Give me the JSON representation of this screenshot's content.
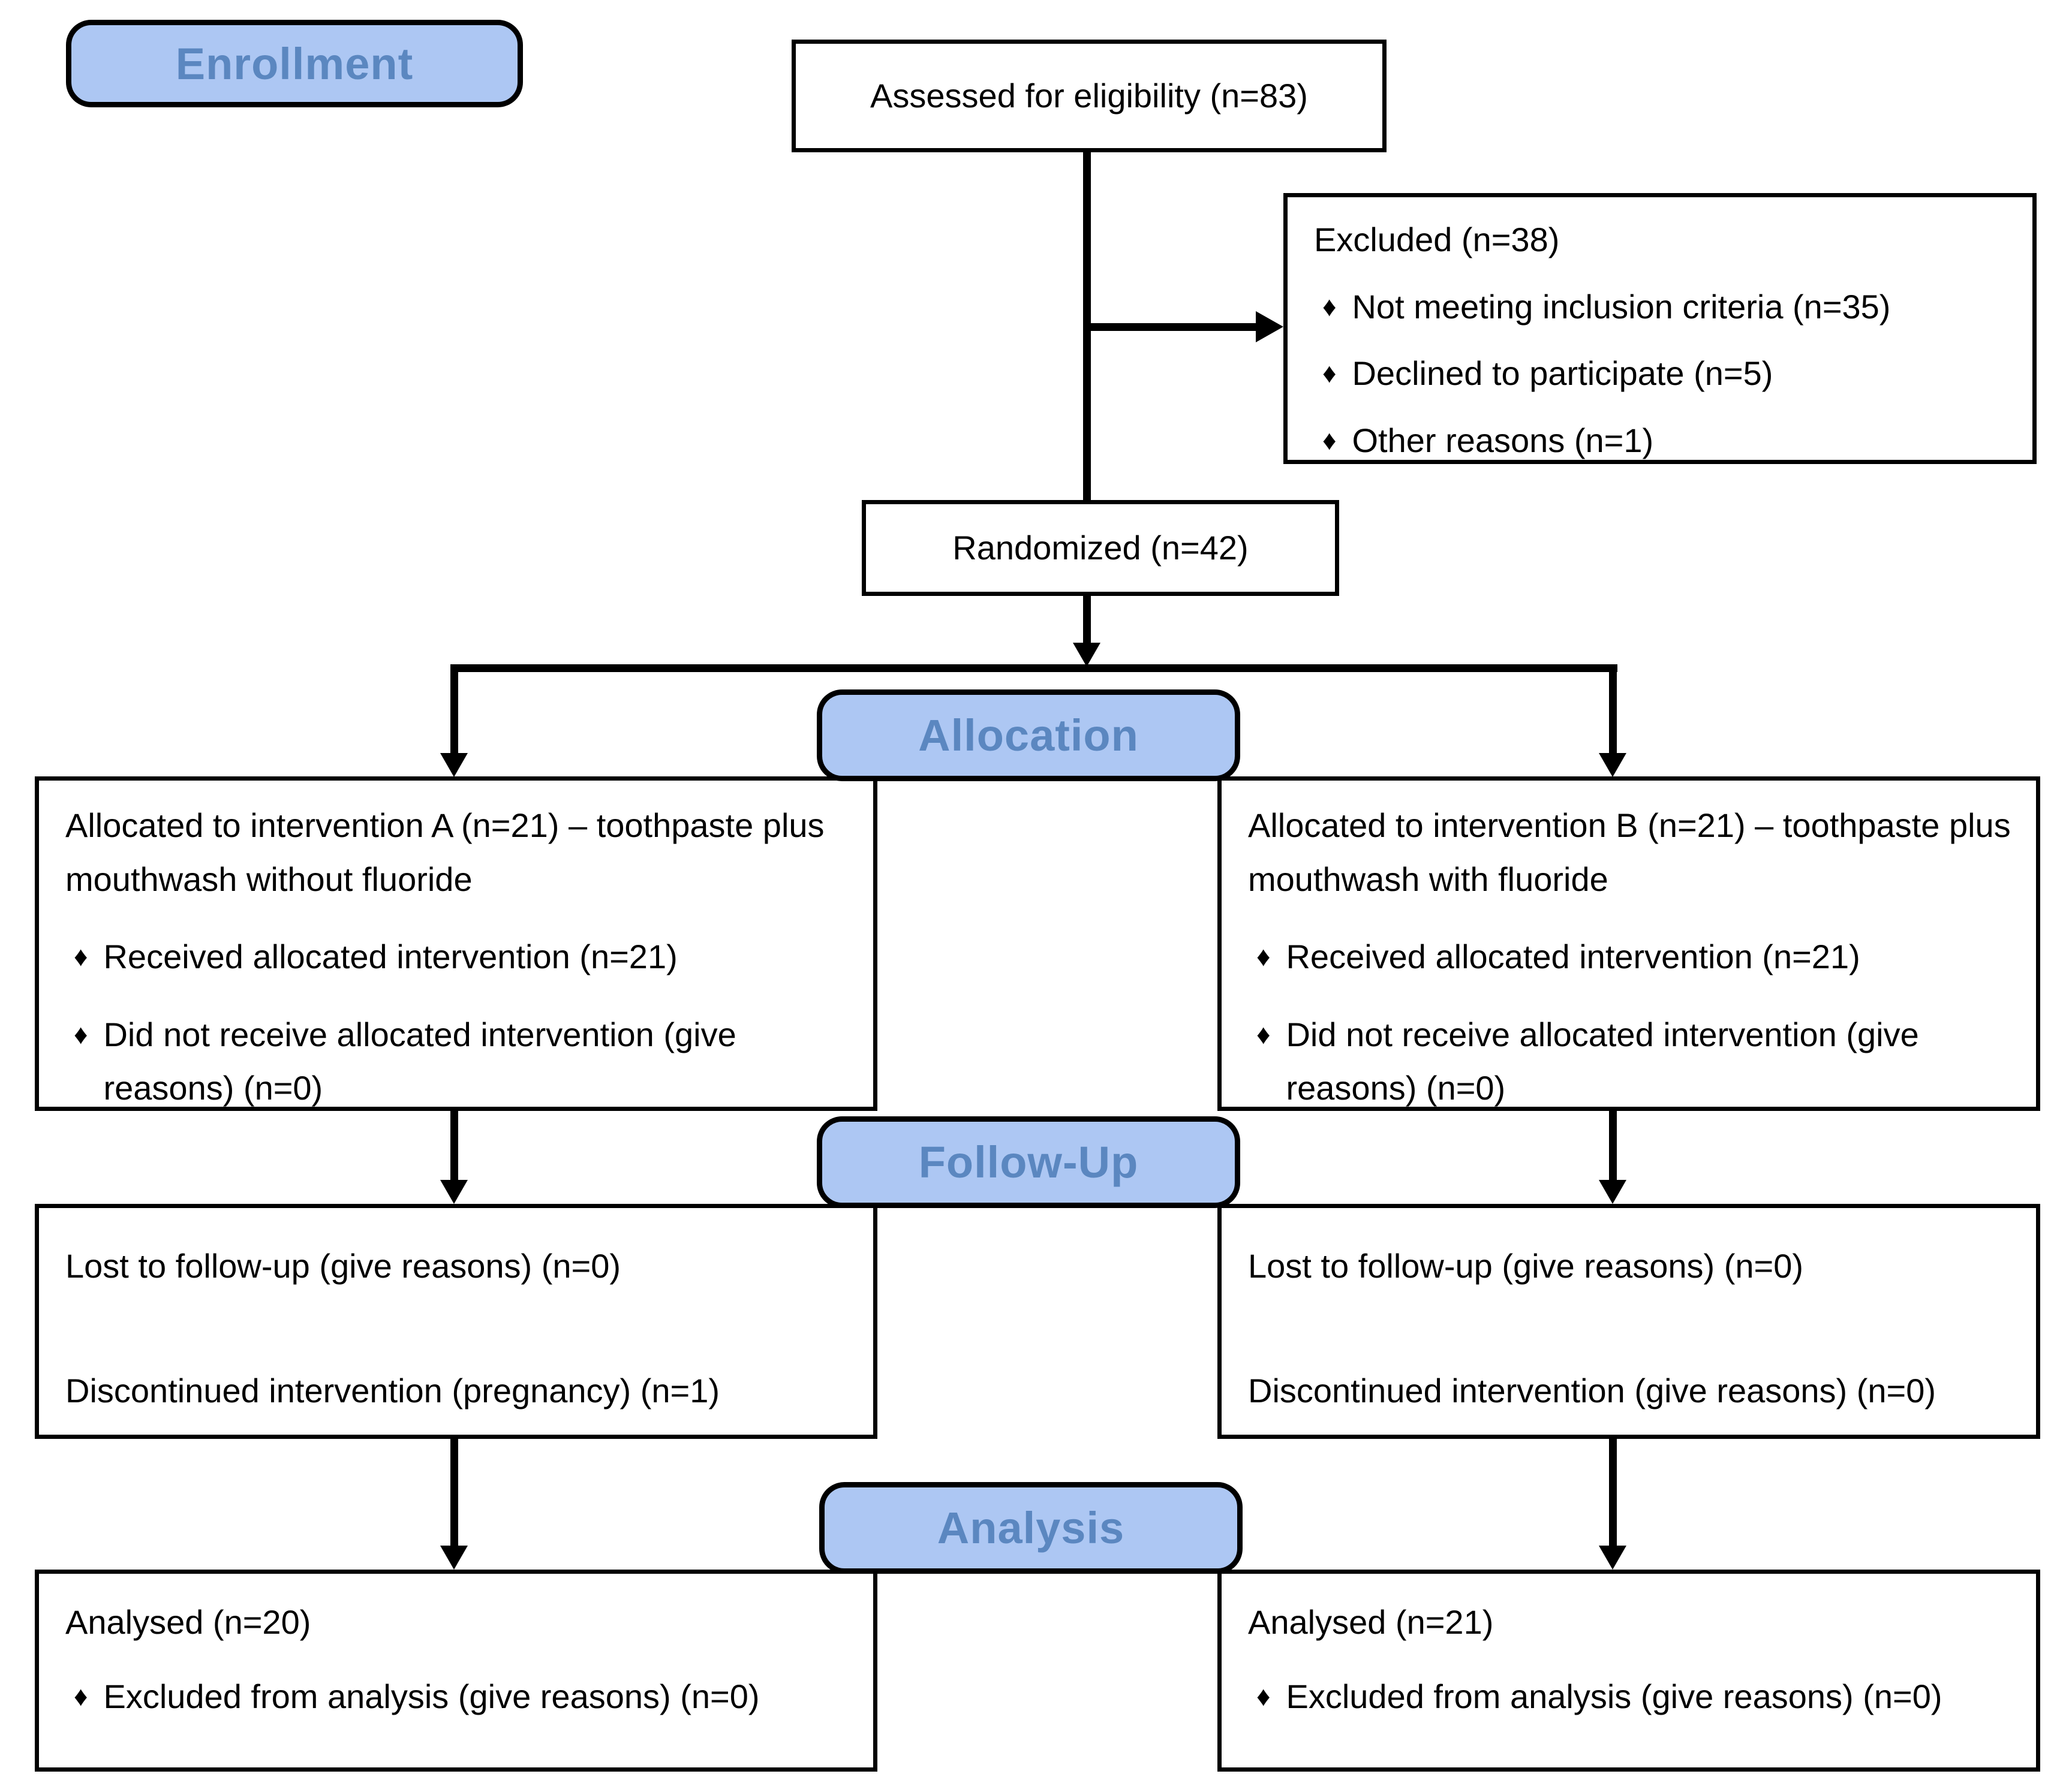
{
  "glyphs": {
    "bullet": "♦"
  },
  "colors": {
    "label_fill": "#adc7f3",
    "label_text": "#5b87c0",
    "line_color": "#000000"
  },
  "labels": {
    "enrollment": "Enrollment",
    "allocation": "Allocation",
    "followup": "Follow-Up",
    "analysis": "Analysis"
  },
  "boxes": {
    "assessed": {
      "text": "Assessed for eligibility (n=83)"
    },
    "excluded": {
      "title": "Excluded (n=38)",
      "bullets": [
        "Not meeting inclusion criteria (n=35)",
        "Declined to participate (n=5)",
        "Other reasons (n=1)"
      ]
    },
    "randomized": {
      "text": "Randomized (n=42)"
    },
    "alloc_a": {
      "title": "Allocated to intervention A (n=21) – toothpaste plus mouthwash without fluoride",
      "bullets": [
        "Received allocated intervention (n=21)",
        "Did not receive allocated intervention (give reasons) (n=0)"
      ]
    },
    "alloc_b": {
      "title": "Allocated to intervention B (n=21) – toothpaste plus mouthwash with fluoride",
      "bullets": [
        "Received allocated intervention (n=21)",
        "Did not receive allocated intervention (give reasons) (n=0)"
      ]
    },
    "followup_a": {
      "line1": "Lost to follow-up (give reasons) (n=0)",
      "line2": "Discontinued intervention (pregnancy) (n=1)"
    },
    "followup_b": {
      "line1": "Lost to follow-up (give reasons) (n=0)",
      "line2": "Discontinued intervention (give reasons) (n=0)"
    },
    "analysis_a": {
      "title": "Analysed (n=20)",
      "bullets": [
        "Excluded from analysis (give reasons) (n=0)"
      ]
    },
    "analysis_b": {
      "title": "Analysed (n=21)",
      "bullets": [
        "Excluded from analysis (give reasons) (n=0)"
      ]
    }
  }
}
